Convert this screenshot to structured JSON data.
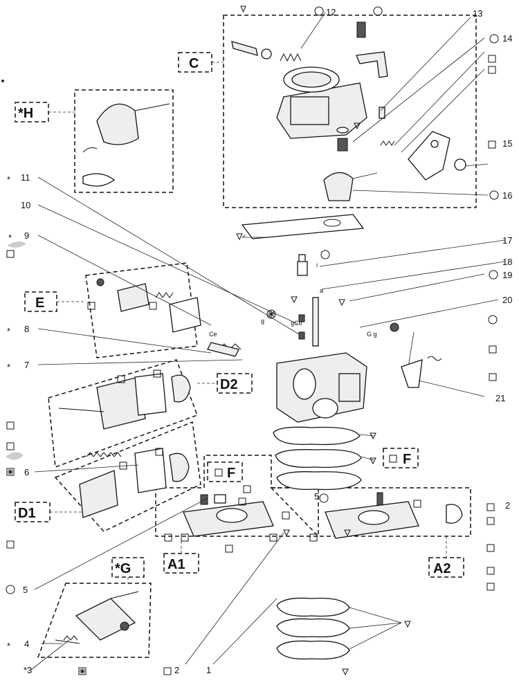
{
  "groups": {
    "C": "C",
    "H": "*H",
    "E": "E",
    "D2": "D2",
    "D1": "D1",
    "F1": "F",
    "F2": "F",
    "A1": "A1",
    "A2": "A2",
    "G": "*G"
  },
  "numbers": {
    "n1": "1",
    "n2": "2",
    "n2b": "2",
    "n3": "*3",
    "n4": "4",
    "n5": "5",
    "n5b": "5",
    "n6": "6",
    "n7": "7",
    "n8": "8",
    "n9": "9",
    "n10": "10",
    "n11": "11",
    "n12": "12",
    "n13": "13",
    "n14": "14",
    "n15": "15",
    "n16": "16",
    "n17": "17",
    "n18": "18",
    "n19": "19",
    "n20": "20",
    "n21": "21"
  },
  "small_labels": {
    "ce": "Ce",
    "g": "g",
    "gco": "gCo",
    "gg": "G g",
    "i": "i",
    "a": "a"
  },
  "marks": {
    "star": "*"
  },
  "symbols": [
    "triangle",
    "circle",
    "square",
    "starred-square",
    "circled-star"
  ]
}
